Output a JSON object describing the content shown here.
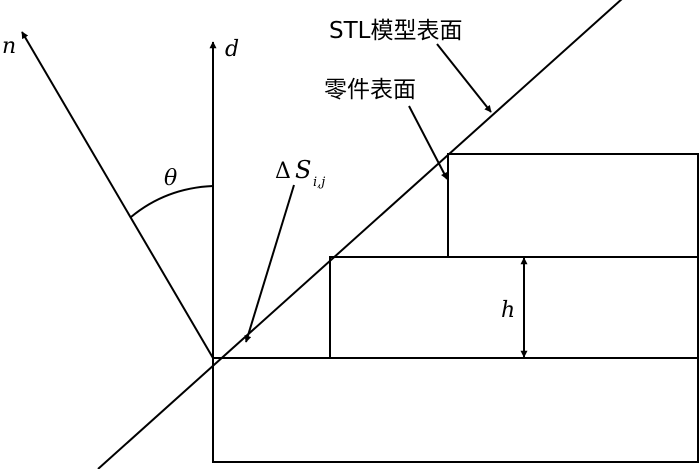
{
  "labels": {
    "normal": "n",
    "build_direction": "d",
    "angle": "θ",
    "delta": "Δ",
    "s": "S",
    "subscript": "i,j",
    "layer_height": "h",
    "stl_surface": "STL模型表面",
    "part_surface": "零件表面"
  }
}
